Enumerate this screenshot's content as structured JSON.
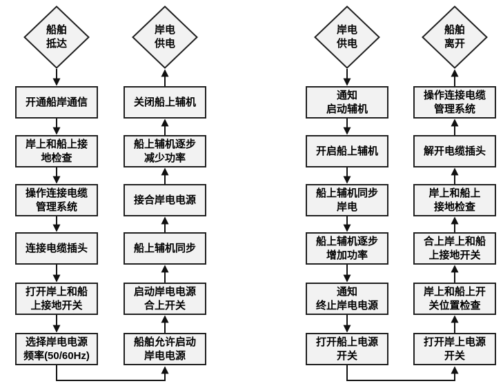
{
  "columns": [
    {
      "id": "shore-connection-sequence",
      "terminal": "船舶\n抵达",
      "direction": "down",
      "nodes": [
        "开通船岸通信",
        "岸上和船上接\n地检查",
        "操作连接电缆\n管理系统",
        "连接电缆插头",
        "打开岸上和船\n上接地开关",
        "选择岸电电源\n频率(50/60Hz)"
      ]
    },
    {
      "id": "shore-power-on-sequence",
      "terminal": "岸电\n供电",
      "direction": "up",
      "nodes": [
        "关闭船上辅机",
        "船上辅机逐步\n减少功率",
        "接合岸电电源",
        "船上辅机同步",
        "启动岸电电源\n合上开关",
        "船舶允许启动\n岸电电源"
      ]
    },
    {
      "id": "shore-power-off-sequence",
      "terminal": "岸电\n供电",
      "direction": "down",
      "nodes": [
        "通知\n启动辅机",
        "开启船上辅机",
        "船上辅机同步\n岸电",
        "船上辅机逐步\n增加功率",
        "通知\n终止岸电电源",
        "打开船上电源\n开关"
      ]
    },
    {
      "id": "ship-departure-sequence",
      "terminal": "船舶\n离开",
      "direction": "up",
      "nodes": [
        "操作连接电缆\n管理系统",
        "解开电缆插头",
        "岸上和船上\n接地检查",
        "合上岸上和船\n上接地开关",
        "岸上和船上开\n关位置检查",
        "打开岸上电源\n开关"
      ]
    }
  ],
  "colors": {
    "background": "#ffffff",
    "node_fill": "#f2f2f2",
    "node_border": "#1f1f1f",
    "arrow": "#111111",
    "text": "#000000"
  }
}
